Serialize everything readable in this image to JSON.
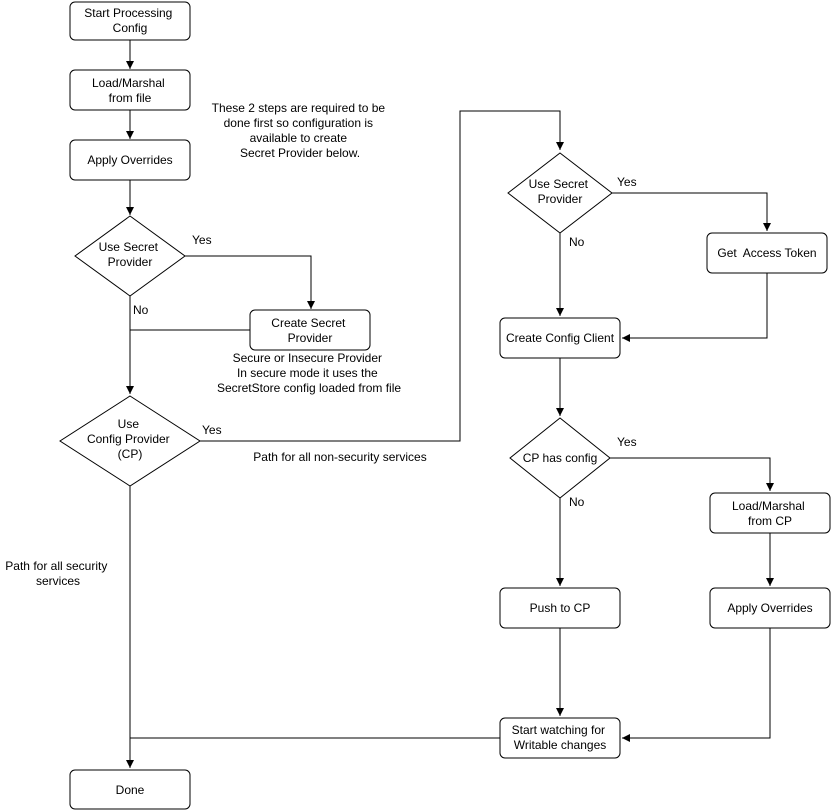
{
  "nodes": {
    "start": [
      "Start Processing",
      "Config"
    ],
    "load_file": [
      "Load/Marshal",
      "from file"
    ],
    "apply_overrides_1": [
      "Apply Overrides"
    ],
    "use_secret_1": [
      "Use Secret",
      "Provider"
    ],
    "create_secret": [
      "Create Secret",
      "Provider"
    ],
    "use_config_provider": [
      "Use",
      "Config Provider",
      "(CP)"
    ],
    "done": [
      "Done"
    ],
    "use_secret_2": [
      "Use Secret",
      "Provider"
    ],
    "get_access_token": [
      "Get  Access Token"
    ],
    "create_config_client": [
      "Create Config Client"
    ],
    "cp_has_config": [
      "CP has config"
    ],
    "load_cp": [
      "Load/Marshal",
      "from CP"
    ],
    "push_cp": [
      "Push to CP"
    ],
    "apply_overrides_2": [
      "Apply Overrides"
    ],
    "start_watching": [
      "Start watching for",
      "Writable changes"
    ]
  },
  "edge_labels": {
    "secret1_yes": "Yes",
    "secret1_no": "No",
    "cp_yes": "Yes",
    "secret2_yes": "Yes",
    "secret2_no": "No",
    "cphas_yes": "Yes",
    "cphas_no": "No"
  },
  "notes": {
    "steps_required": [
      "These 2 steps are required to be",
      "done first so configuration is",
      "available to create",
      "Secret Provider below."
    ],
    "secure_insecure": [
      "Secure or Insecure Provider",
      "In secure mode it uses the",
      "SecretStore config loaded from file"
    ],
    "non_security_path": [
      "Path for all non-security services"
    ],
    "security_path": [
      "Path for all security",
      "services"
    ]
  }
}
